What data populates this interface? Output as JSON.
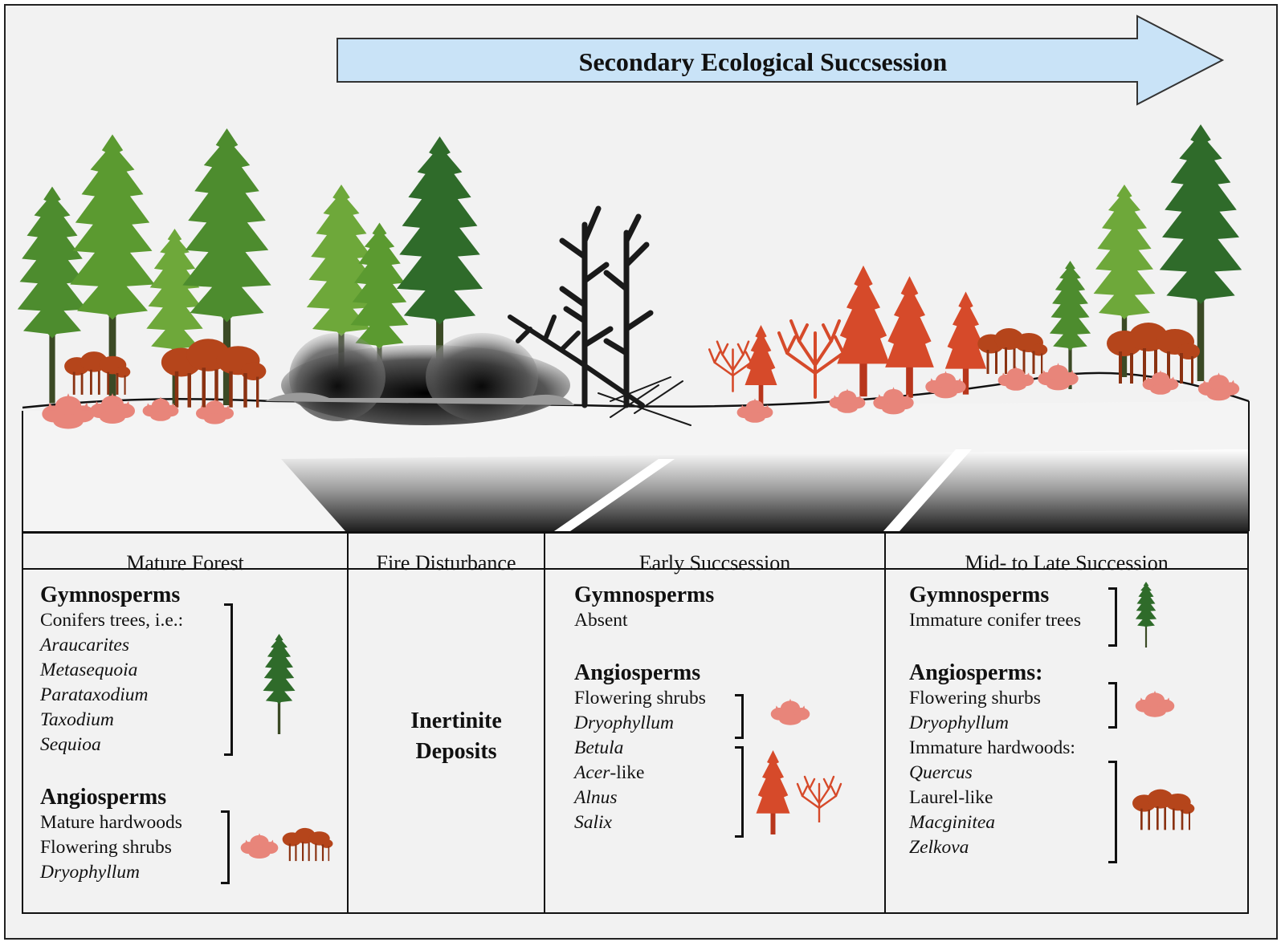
{
  "banner": {
    "title": "Secondary Ecological Succsession"
  },
  "columns": [
    {
      "header": "Mature Forest"
    },
    {
      "header": "Fire Disturbance"
    },
    {
      "header": "Early Succsession"
    },
    {
      "header": "Mid- to Late Succession"
    }
  ],
  "mature": {
    "gym_title": "Gymnosperms",
    "gym_intro": "Conifers trees, i.e.:",
    "gym_list": [
      "Araucarites",
      "Metasequoia",
      "Parataxodium",
      "Taxodium",
      "Sequioa"
    ],
    "ang_title": "Angiosperms",
    "ang_list": [
      "Mature hardwoods",
      "Flowering shrubs",
      "Dryophyllum"
    ]
  },
  "fire": {
    "line1": "Inertinite",
    "line2": "Deposits"
  },
  "early": {
    "gym_title": "Gymnosperms",
    "gym_status": "Absent",
    "ang_title": "Angiosperms",
    "shrubs": "Flowering shrubs",
    "dryo": "Dryophyllum",
    "betula": "Betula",
    "acer": "Acer",
    "acer_suffix": "-like",
    "alnus": "Alnus",
    "salix": "Salix"
  },
  "late": {
    "gym_title": "Gymnosperms",
    "gym_desc": "Immature conifer trees",
    "ang_title": "Angiosperms:",
    "shrubs": "Flowering shurbs",
    "dryo": "Dryophyllum",
    "hardwoods": "Immature hardwoods:",
    "quercus": "Quercus",
    "laurel": "Laurel-like",
    "macginitea": "Macginitea",
    "zelkova": "Zelkova"
  },
  "colors": {
    "arrow_fill": "#c9e3f7",
    "conifer_dark": "#2f6b2a",
    "conifer_mid": "#4d8c2e",
    "conifer_light": "#6ea83a",
    "shrub_pink": "#e8857a",
    "hardwood_brown": "#b5451b",
    "early_red": "#d64a2a",
    "char_black": "#1a1a1a"
  }
}
